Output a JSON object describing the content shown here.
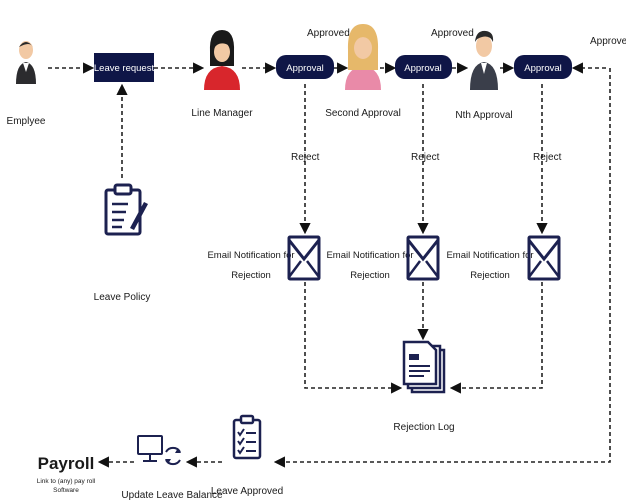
{
  "nodes": {
    "employee": "Emplyee",
    "leave_request": "Leave request",
    "leave_policy": "Leave Policy",
    "line_manager": "Line Manager",
    "approval_1": "Approval",
    "approval_2": "Approval",
    "approval_3": "Approval",
    "second_approval": "Second Approval",
    "nth_approval": "Nth Approval",
    "email_line1": "Email Notification for",
    "email_line2": "Rejection",
    "rejection_log": "Rejection Log",
    "leave_approved": "Leave Approved",
    "update_leave_balance": "Update Leave Balance",
    "payroll": "Payroll",
    "payroll_sub1": "Link to (any) pay roll",
    "payroll_sub2": "Software"
  },
  "edges": {
    "approved": "Approved",
    "reject": "Reject"
  },
  "colors": {
    "navy": "#0f1647",
    "outline": "#1c2150",
    "red_shirt": "#d8262c",
    "pink_shirt": "#e98aa8",
    "skin": "#f2c9a4",
    "dark_hair": "#2a2a2a",
    "blonde_hair": "#e6b86a"
  },
  "icons": [
    "person-icon",
    "clipboard-icon",
    "envelope-icon",
    "document-stack-icon",
    "computer-icon",
    "refresh-icon",
    "checklist-icon"
  ]
}
